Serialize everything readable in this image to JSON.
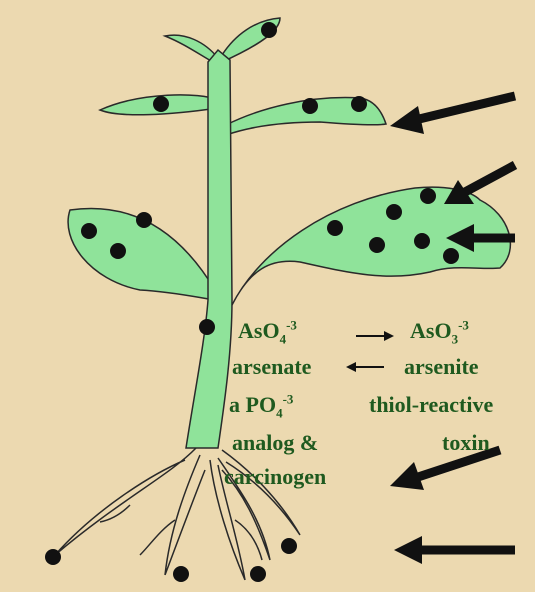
{
  "colors": {
    "background": "#ecd9b0",
    "plant_fill": "#8fe39a",
    "outline": "#2a2a2a",
    "dot": "#111111",
    "text": "#1f5a1f",
    "arrow": "#111111"
  },
  "labels": {
    "arsenate_formula": {
      "base": "AsO",
      "sub": "4",
      "sup": "-3"
    },
    "arsenate_name": "arsenate",
    "phosphate_analog_prefix": "a PO",
    "phosphate_sub": "4",
    "phosphate_sup": "-3",
    "analog": "analog &",
    "carcinogen": "carcinogen",
    "arsenite_formula": {
      "base": "AsO",
      "sub": "3",
      "sup": "-3"
    },
    "arsenite_name": "arsenite",
    "thiol_reactive": "thiol-reactive",
    "toxin": "toxin"
  },
  "icons": {
    "reduction_arrow": "arrow-right-icon",
    "oxidation_arrow": "arrow-left-icon",
    "pointer_arrow": "arrow-pointer-icon",
    "arsenic_dot": "arsenic-dot-icon"
  }
}
